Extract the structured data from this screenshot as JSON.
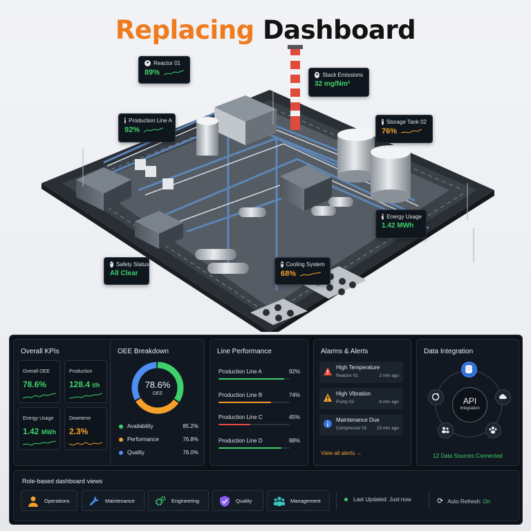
{
  "header": {
    "title_part1": "Replacing",
    "title_part2": "Dashboard"
  },
  "colors": {
    "accent_orange": "#f07a1e",
    "ok_green": "#3fd16b",
    "warn_orange": "#f4a02b",
    "alert_red": "#ef4a3f",
    "info_blue": "#4e8ef0"
  },
  "tags": {
    "reactor": {
      "label": "Reactor 01",
      "value": "89%"
    },
    "stack": {
      "label": "Stack Emissions",
      "value": "32 mg/Nm³"
    },
    "production_a": {
      "label": "Production Line A",
      "value": "92%"
    },
    "storage": {
      "label": "Storage Tank 02",
      "value": "76%"
    },
    "energy": {
      "label": "Energy Usage",
      "value": "1.42 MWh"
    },
    "safety": {
      "label": "Safety Status",
      "value": "All Clear"
    },
    "cooling": {
      "label": "Cooling System",
      "value": "68%"
    }
  },
  "kpis": {
    "title": "Overall KPIs",
    "items": [
      {
        "label": "Overall OEE",
        "value": "78.6%",
        "unit": ""
      },
      {
        "label": "Production",
        "value": "128.4",
        "unit": "t/h"
      },
      {
        "label": "Energy Usage",
        "value": "1.42",
        "unit": "MWh"
      },
      {
        "label": "Downtime",
        "value": "2.3%",
        "unit": ""
      }
    ]
  },
  "oee": {
    "title": "OEE Breakdown",
    "center_value": "78.6%",
    "center_label": "OEE",
    "rows": [
      {
        "label": "Availability",
        "value": "85.2%",
        "color": "#3fd16b"
      },
      {
        "label": "Performance",
        "value": "76.8%",
        "color": "#f4a02b"
      },
      {
        "label": "Quality",
        "value": "76.0%",
        "color": "#4e8ef0"
      }
    ],
    "donut_fractions": [
      0.35,
      0.32,
      0.33
    ]
  },
  "lines": {
    "title": "Line Performance",
    "rows": [
      {
        "label": "Production Line A",
        "value": "92%",
        "fraction": 0.92,
        "color": "#3fd16b"
      },
      {
        "label": "Production Line B",
        "value": "74%",
        "fraction": 0.74,
        "color": "#f4a02b"
      },
      {
        "label": "Production Line C",
        "value": "45%",
        "fraction": 0.45,
        "color": "#ef4a3f"
      },
      {
        "label": "Production Line D",
        "value": "88%",
        "fraction": 0.88,
        "color": "#3fd16b"
      }
    ]
  },
  "alarms": {
    "title": "Alarms & Alerts",
    "items": [
      {
        "title": "High Temperature",
        "source": "Reactor 01",
        "time": "2 min ago",
        "icon": "warning-red-icon"
      },
      {
        "title": "High Vibration",
        "source": "Pump 02",
        "time": "8 min ago",
        "icon": "warning-orange-icon"
      },
      {
        "title": "Maintenance Due",
        "source": "Compressor 01",
        "time": "15 min ago",
        "icon": "info-icon"
      }
    ],
    "view_all": "View all alerts →"
  },
  "integration": {
    "title": "Data Integration",
    "center_title": "API",
    "center_sub": "Integration",
    "sources": "12 Data Sources Connected"
  },
  "roles": {
    "title": "Role-based dashboard views",
    "items": [
      {
        "label": "Operations",
        "icon": "operations-icon"
      },
      {
        "label": "Maintenance",
        "icon": "wrench-icon"
      },
      {
        "label": "Engineering",
        "icon": "gears-icon"
      },
      {
        "label": "Quality",
        "icon": "shield-check-icon"
      },
      {
        "label": "Management",
        "icon": "team-icon"
      }
    ]
  },
  "status": {
    "last_updated": "Last Updated: Just now",
    "auto_refresh_label": "Auto Refresh:",
    "auto_refresh_value": "On"
  }
}
